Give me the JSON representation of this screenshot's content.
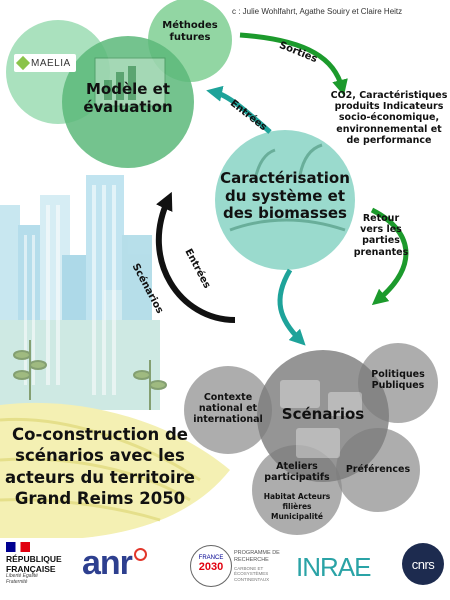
{
  "credits": "c : Julie Wohlfahrt, Agathe Souiry et Claire Heitz",
  "maelia_logo": "MAELIA",
  "nodes": {
    "methodes": "Méthodes futures",
    "modele": "Modèle et évaluation",
    "caracterisation": "Caractérisation du système et des biomasses",
    "outputs": "CO2, Caractéristiques produits Indicateurs socio-économique, environnemental et de performance",
    "retour": "Retour vers les parties prenantes",
    "scenarios": "Scénarios",
    "contexte": "Contexte national et international",
    "politiques": "Politiques Publiques",
    "preferences": "Préférences",
    "ateliers_title": "Ateliers participatifs",
    "ateliers_items": "Habitat Acteurs filières Municipalité"
  },
  "arrows": {
    "sorties": "Sorties",
    "entrees_top": "Entrées",
    "entrees_bottom": "Entrées",
    "scenarios": "Scénarios"
  },
  "title": "Co-construction de scénarios avec les acteurs du territoire Grand Reims 2050",
  "logos": {
    "republique_line1": "RÉPUBLIQUE",
    "republique_line2": "FRANÇAISE",
    "republique_motto": "Liberté Égalité Fraternité",
    "anr": "anr",
    "france2030_line1": "FRANCE",
    "france2030_line2": "2030",
    "programme": "PROGRAMME DE RECHERCHE",
    "programme_sub": "CARBONE ET ÉCOSYSTÈMES CONTINENTAUX",
    "inrae": "INRAE",
    "cnrs": "cnrs"
  },
  "colors": {
    "green_circle": "#5cb87a",
    "teal_circle": "#8fd6c8",
    "grey_circle": "#8a8a8a",
    "arrow_green": "#1c9a2c",
    "arrow_teal": "#1ea39a",
    "arrow_black": "#111111",
    "inrae": "#2aa3a6",
    "anr": "#2d3f8f",
    "anr_accent": "#e2372b"
  }
}
